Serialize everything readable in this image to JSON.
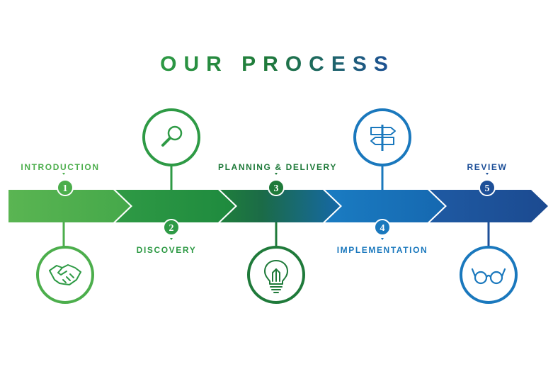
{
  "title": "OUR PROCESS",
  "colors": {
    "green_light": "#4cae4c",
    "green": "#2e9a45",
    "green_dark": "#1f7a3a",
    "blue": "#1a78bd",
    "blue_dark": "#1d4f98"
  },
  "steps": [
    {
      "number": "1",
      "label": "INTRODUCTION",
      "icon": "handshake-icon"
    },
    {
      "number": "2",
      "label": "DISCOVERY",
      "icon": "magnifier-icon"
    },
    {
      "number": "3",
      "label": "PLANNING & DELIVERY",
      "icon": "lightbulb-icon"
    },
    {
      "number": "4",
      "label": "IMPLEMENTATION",
      "icon": "signpost-icon"
    },
    {
      "number": "5",
      "label": "REVIEW",
      "icon": "glasses-icon"
    }
  ]
}
